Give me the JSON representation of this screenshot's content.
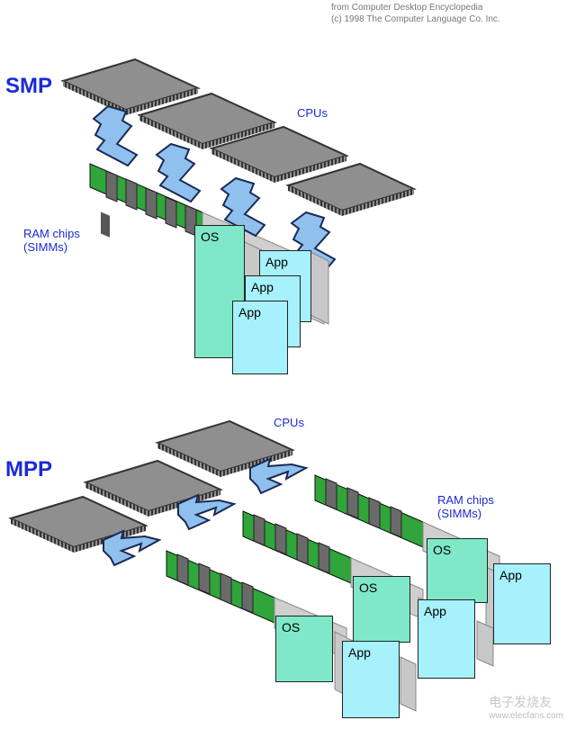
{
  "credit": {
    "line1": "from Computer Desktop Encyclopedia",
    "line2": "(c) 1998 The Computer Language Co. Inc."
  },
  "smp": {
    "title": "SMP",
    "cpus_label": "CPUs",
    "ram_label_1": "RAM chips",
    "ram_label_2": "(SIMMs)",
    "pages": [
      "OS",
      "App",
      "App",
      "App"
    ]
  },
  "mpp": {
    "title": "MPP",
    "cpus_label": "CPUs",
    "ram_label_1": "RAM chips",
    "ram_label_2": "(SIMMs)",
    "pages": [
      "OS",
      "App",
      "OS",
      "App",
      "OS",
      "App"
    ]
  },
  "watermark": {
    "cn": "电子发烧友",
    "en": "www.elecfans.com"
  },
  "colors": {
    "label_blue": "#1a2ad8",
    "chip_gray": "#8f8f8f",
    "arrow_blue": "#8fc0ee",
    "os_page": "#7fe8c8",
    "app_page": "#a6f1fb",
    "board_green": "#2fa53a"
  }
}
